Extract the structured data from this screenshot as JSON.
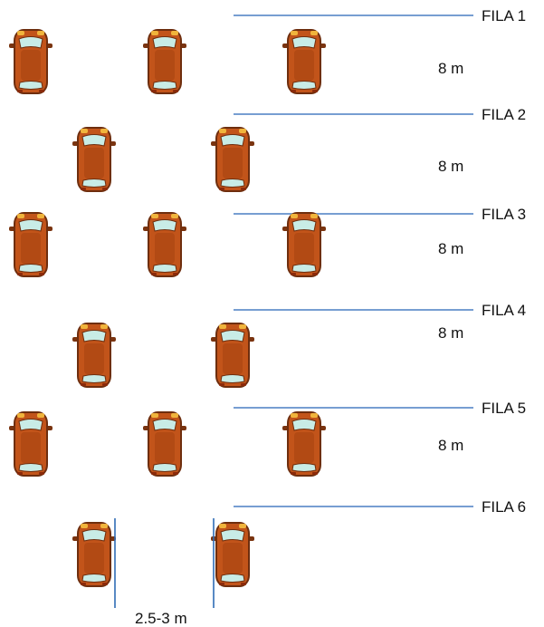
{
  "rows": [
    {
      "label": "FILA 1",
      "cars": 3
    },
    {
      "label": "FILA 2",
      "cars": 2
    },
    {
      "label": "FILA 3",
      "cars": 3
    },
    {
      "label": "FILA 4",
      "cars": 2
    },
    {
      "label": "FILA 5",
      "cars": 3
    },
    {
      "label": "FILA 6",
      "cars": 2
    }
  ],
  "spacing_labels": [
    "8 m",
    "8 m",
    "8 m",
    "8 m",
    "8 m"
  ],
  "width_label": "2.5-3 m",
  "colors": {
    "line": "#4a7ec3",
    "car_body": "#c2541a",
    "car_outline": "#7a3410",
    "car_glass": "#c8ece6",
    "car_light": "#f0b43c",
    "dim_line": "#2f6cb5",
    "text": "#111111"
  }
}
